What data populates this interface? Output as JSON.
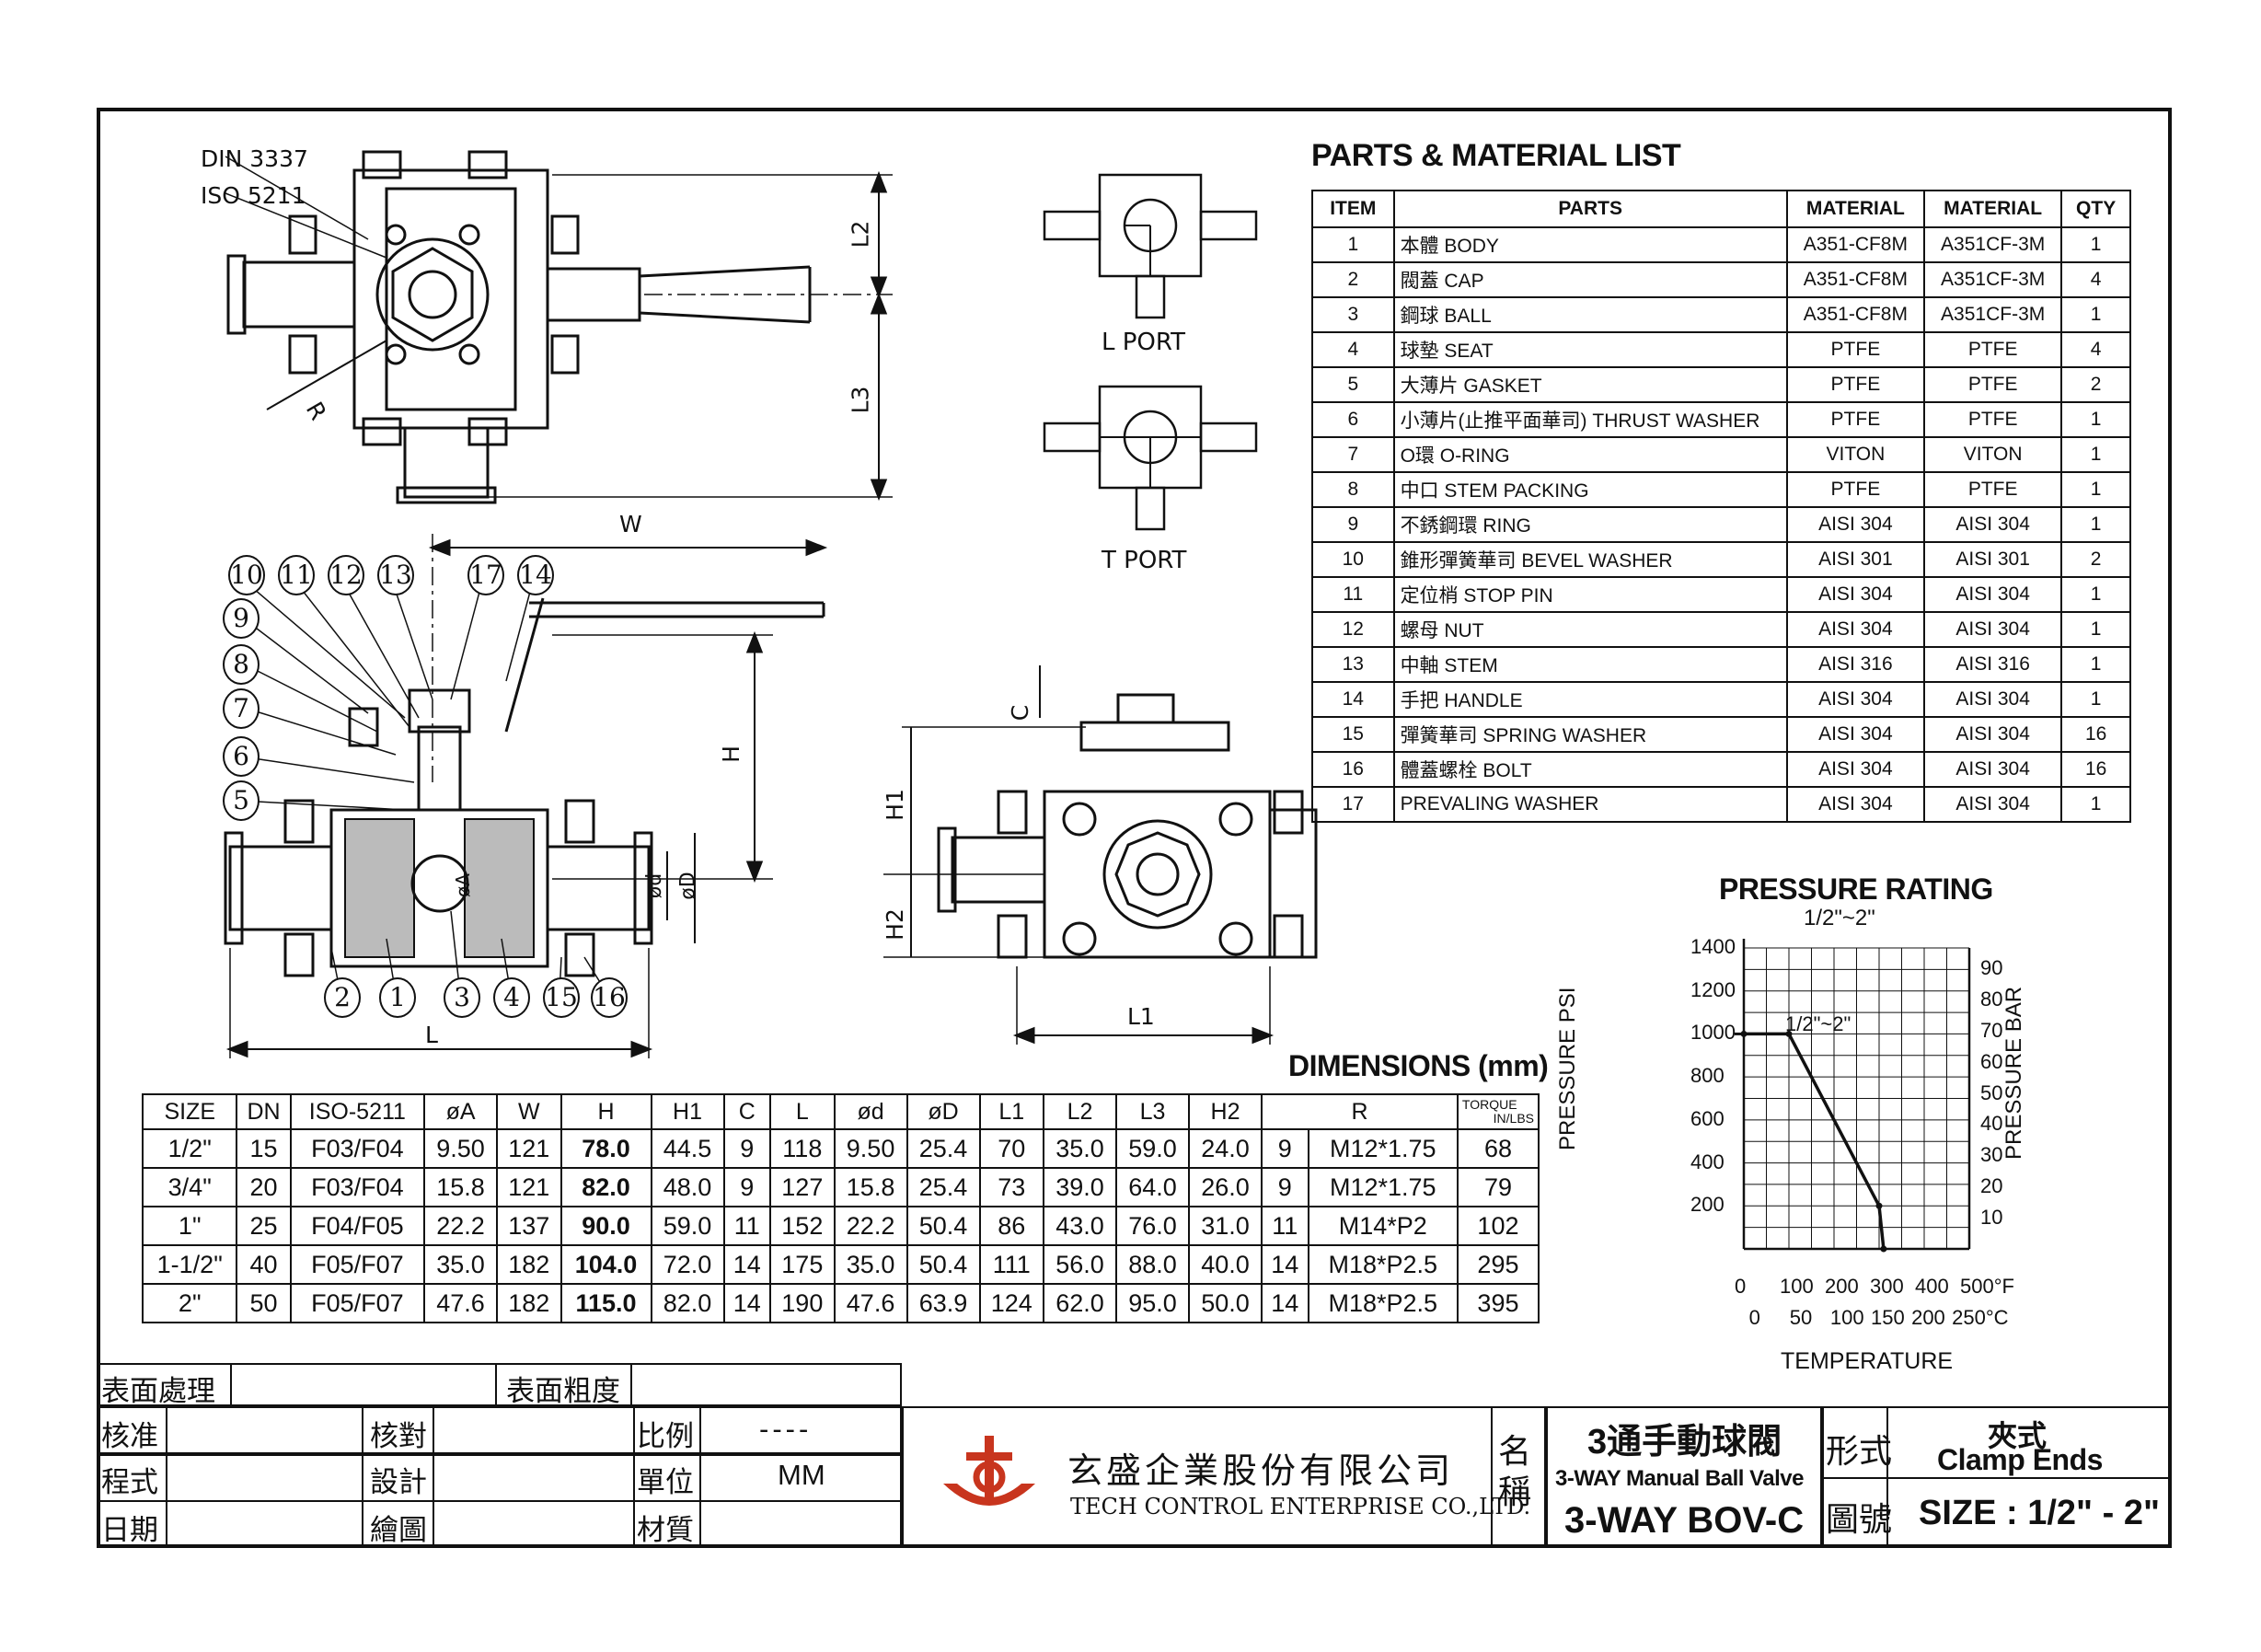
{
  "drawing_labels": {
    "din": "DIN 3337",
    "iso": "ISO 5211",
    "l2": "L2",
    "l3": "L3",
    "r": "R",
    "w": "W",
    "h": "H",
    "h1": "H1",
    "h2": "H2",
    "c": "C",
    "l": "L",
    "l1": "L1",
    "phi_d_small": "ød",
    "phi_d_big": "øD",
    "phi_a": "øA",
    "l_port": "L PORT",
    "t_port": "T PORT"
  },
  "callouts": [
    "10",
    "11",
    "12",
    "13",
    "17",
    "14",
    "9",
    "8",
    "7",
    "6",
    "5",
    "2",
    "1",
    "3",
    "4",
    "15",
    "16"
  ],
  "parts": {
    "title": "PARTS & MATERIAL LIST",
    "headers": [
      "ITEM",
      "PARTS",
      "MATERIAL",
      "MATERIAL",
      "QTY"
    ],
    "rows": [
      [
        "1",
        "本體 BODY",
        "A351-CF8M",
        "A351CF-3M",
        "1"
      ],
      [
        "2",
        "閥蓋 CAP",
        "A351-CF8M",
        "A351CF-3M",
        "4"
      ],
      [
        "3",
        "鋼球 BALL",
        "A351-CF8M",
        "A351CF-3M",
        "1"
      ],
      [
        "4",
        "球墊 SEAT",
        "PTFE",
        "PTFE",
        "4"
      ],
      [
        "5",
        "大薄片 GASKET",
        "PTFE",
        "PTFE",
        "2"
      ],
      [
        "6",
        "小薄片(止推平面華司) THRUST WASHER",
        "PTFE",
        "PTFE",
        "1"
      ],
      [
        "7",
        "O環 O-RING",
        "VITON",
        "VITON",
        "1"
      ],
      [
        "8",
        "中口 STEM PACKING",
        "PTFE",
        "PTFE",
        "1"
      ],
      [
        "9",
        "不銹鋼環 RING",
        "AISI 304",
        "AISI 304",
        "1"
      ],
      [
        "10",
        "錐形彈簧華司 BEVEL WASHER",
        "AISI 301",
        "AISI 301",
        "2"
      ],
      [
        "11",
        "定位梢 STOP PIN",
        "AISI 304",
        "AISI 304",
        "1"
      ],
      [
        "12",
        "螺母 NUT",
        "AISI 304",
        "AISI 304",
        "1"
      ],
      [
        "13",
        "中軸 STEM",
        "AISI 316",
        "AISI 316",
        "1"
      ],
      [
        "14",
        "手把 HANDLE",
        "AISI 304",
        "AISI 304",
        "1"
      ],
      [
        "15",
        "彈簧華司 SPRING WASHER",
        "AISI 304",
        "AISI 304",
        "16"
      ],
      [
        "16",
        "體蓋螺栓 BOLT",
        "AISI 304",
        "AISI 304",
        "16"
      ],
      [
        "17",
        "PREVALING WASHER",
        "AISI 304",
        "AISI 304",
        "1"
      ]
    ]
  },
  "pressure": {
    "title": "PRESSURE RATING",
    "subtitle": "1/2\"~2\"",
    "line_label": "1/2\"~2\"",
    "ylabel_left": "PRESSURE PSI",
    "ylabel_right": "PRESSURE BAR",
    "xlabel": "TEMPERATURE",
    "psi_ticks": [
      "1400",
      "1200",
      "1000",
      "800",
      "600",
      "400",
      "200"
    ],
    "bar_ticks": [
      "90",
      "80",
      "70",
      "60",
      "50",
      "40",
      "30",
      "20",
      "10"
    ],
    "f_ticks": [
      "0",
      "100",
      "200",
      "300",
      "400",
      "500°F"
    ],
    "c_ticks": [
      "0",
      "50",
      "100",
      "150",
      "200",
      "250°C"
    ]
  },
  "chart_data": {
    "type": "line",
    "title": "PRESSURE RATING",
    "subtitle": "1/2\"~2\"",
    "xlabel": "TEMPERATURE",
    "ylabel": "PRESSURE PSI",
    "y2label": "PRESSURE BAR",
    "xlim": [
      0,
      500
    ],
    "ylim": [
      0,
      1400
    ],
    "series": [
      {
        "name": "1/2\"~2\"",
        "x": [
          0,
          100,
          300,
          310
        ],
        "y": [
          1000,
          1000,
          200,
          0
        ]
      }
    ]
  },
  "dimensions": {
    "title": "DIMENSIONS (mm)",
    "headers": [
      "SIZE",
      "DN",
      "ISO-5211",
      "øA",
      "W",
      "H",
      "H1",
      "C",
      "L",
      "ød",
      "øD",
      "L1",
      "L2",
      "L3",
      "H2",
      "R",
      "TORQUE",
      "IN/LBS"
    ],
    "rows": [
      [
        "1/2\"",
        "15",
        "F03/F04",
        "9.50",
        "121",
        "78.0",
        "44.5",
        "9",
        "118",
        "9.50",
        "25.4",
        "70",
        "35.0",
        "59.0",
        "24.0",
        "9",
        "M12*1.75",
        "68"
      ],
      [
        "3/4\"",
        "20",
        "F03/F04",
        "15.8",
        "121",
        "82.0",
        "48.0",
        "9",
        "127",
        "15.8",
        "25.4",
        "73",
        "39.0",
        "64.0",
        "26.0",
        "9",
        "M12*1.75",
        "79"
      ],
      [
        "1\"",
        "25",
        "F04/F05",
        "22.2",
        "137",
        "90.0",
        "59.0",
        "11",
        "152",
        "22.2",
        "50.4",
        "86",
        "43.0",
        "76.0",
        "31.0",
        "11",
        "M14*P2",
        "102"
      ],
      [
        "1-1/2\"",
        "40",
        "F05/F07",
        "35.0",
        "182",
        "104.0",
        "72.0",
        "14",
        "175",
        "35.0",
        "50.4",
        "111",
        "56.0",
        "88.0",
        "40.0",
        "14",
        "M18*P2.5",
        "295"
      ],
      [
        "2\"",
        "50",
        "F05/F07",
        "47.6",
        "182",
        "115.0",
        "82.0",
        "14",
        "190",
        "47.6",
        "63.9",
        "124",
        "62.0",
        "95.0",
        "50.0",
        "14",
        "M18*P2.5",
        "395"
      ]
    ]
  },
  "title_block": {
    "surface_treat": "表面處理",
    "roughness": "表面粗度",
    "approve": "核准",
    "program": "程式",
    "date": "日期",
    "check": "核對",
    "design": "設計",
    "draw": "繪圖",
    "scale": "比例",
    "scale_val": "----",
    "unit": "單位",
    "unit_val": "MM",
    "material": "材質",
    "company_cn": "玄盛企業股份有限公司",
    "company_en": "TECH CONTROL ENTERPRISE CO.,LTD.",
    "name_lbl": "名稱",
    "product_cn": "3通手動球閥",
    "product_en": "3-WAY Manual Ball Valve",
    "product_code": "3-WAY BOV-C",
    "type_lbl": "形式",
    "type_cn": "夾式",
    "type_en": "Clamp Ends",
    "drawing_no_lbl": "圖號",
    "size": "SIZE : 1/2\" - 2\""
  }
}
